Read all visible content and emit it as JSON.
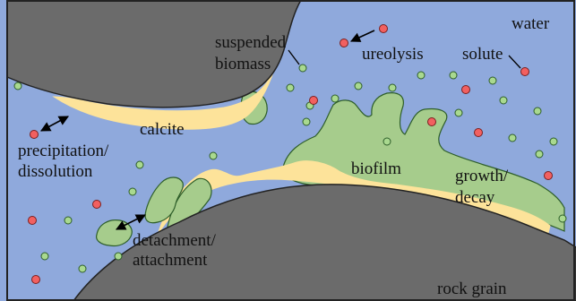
{
  "colors": {
    "water": "#8fa9dc",
    "rock": "#6b6b6b",
    "rock_outline": "#222222",
    "calcite": "#fde39a",
    "biofilm": "#a6cc8c",
    "biofilm_outline": "#2e5e2a",
    "solute": "#f26060",
    "suspended_biomass": "#a9d98f",
    "border": "#222222"
  },
  "labels": {
    "water": "water",
    "suspended_biomass_line1": "suspended",
    "suspended_biomass_line2": "biomass",
    "ureolysis": "ureolysis",
    "solute": "solute",
    "calcite": "calcite",
    "precipitation_line1": "precipitation/",
    "precipitation_line2": "dissolution",
    "biofilm": "biofilm",
    "growth_line1": "growth/",
    "growth_line2": "decay",
    "detachment_line1": "detachment/",
    "detachment_line2": "attachment",
    "rock_grain": "rock grain"
  },
  "icons": {
    "arrow": "double-headed arrow",
    "pointer": "leader line"
  }
}
